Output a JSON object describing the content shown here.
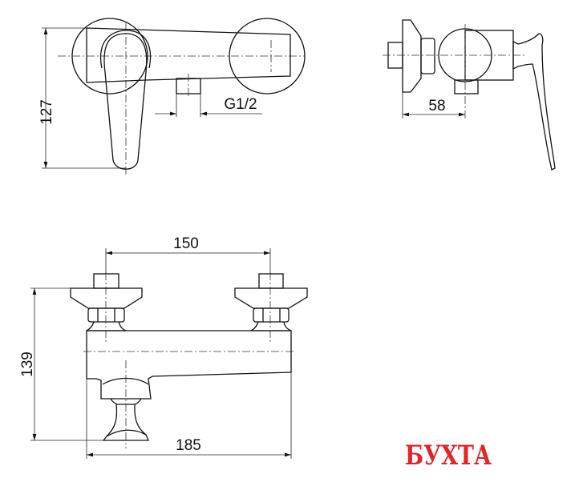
{
  "dimensions": {
    "height_top_view": "127",
    "thread_size": "G1/2",
    "depth_side_view": "58",
    "inlet_spacing": "150",
    "height_front_view": "139",
    "width_front_view": "185"
  },
  "logo": {
    "text": "БУХТА",
    "color": "#e02428"
  }
}
